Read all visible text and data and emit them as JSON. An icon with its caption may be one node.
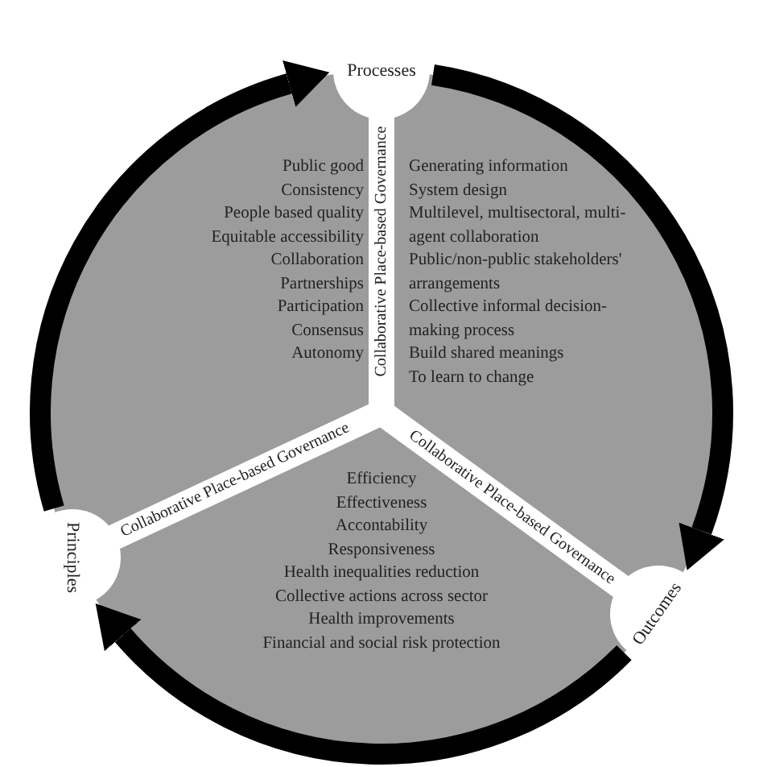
{
  "diagram": {
    "nodes": [
      {
        "text": [
          "Processes"
        ]
      },
      {
        "text": [
          "Outcomes"
        ]
      },
      {
        "text": [
          "Principles"
        ]
      },
      {
        "text": [
          "Public good",
          "Consistency",
          "People based quality",
          "Equitable accessibility",
          "Collaboration",
          "Partnerships",
          "Participation",
          "Consensus",
          "Autonomy"
        ]
      },
      {
        "text": [
          "Generating information",
          "System design",
          "Multilevel, multisectoral, multi-agent collaboration",
          "Public/non-public stakeholders' arrangements",
          "Collective informal decision-making process",
          "Build shared meanings",
          "To learn to change"
        ]
      },
      {
        "text": [
          "Efficiency",
          "Effectiveness",
          "Accontability",
          "Responsiveness",
          "Health inequalities reduction",
          "Collective actions across sector",
          "Health improvements",
          "Financial and social risk protection"
        ]
      }
    ],
    "edges": [
      {
        "from": 2,
        "to": 0,
        "arrow": "to"
      },
      {
        "from": 0,
        "to": 1,
        "arrow": "to"
      },
      {
        "from": 1,
        "to": 2,
        "arrow": "to"
      }
    ],
    "labels": [
      "Collaborative Place-based Governance",
      "Collaborative Place-based Governance",
      "Collaborative Place-based Governance"
    ]
  }
}
